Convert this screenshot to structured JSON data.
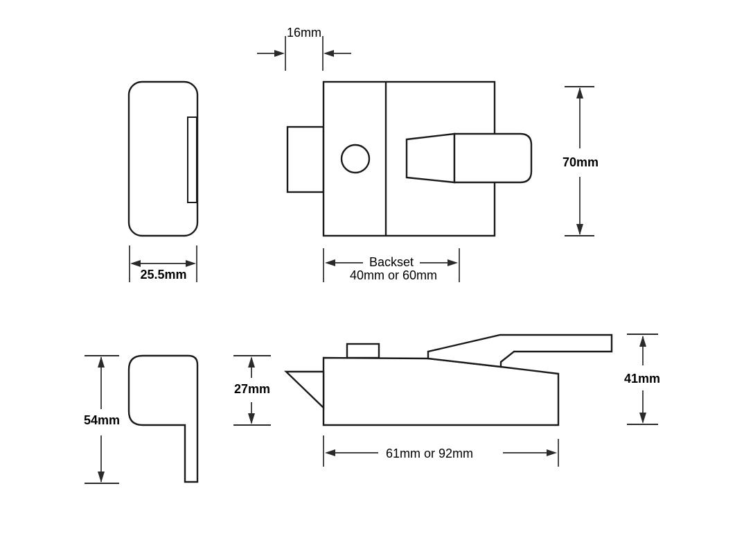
{
  "diagram": {
    "kind": "technical dimension drawing",
    "subject": "rim nightlatch lock case and keep",
    "colors": {
      "background": "#ffffff",
      "outline": "#1a1a1a",
      "dimension": "#2a2a2a"
    },
    "labels": {
      "latch_width": "16mm",
      "case_height": "70mm",
      "backset_title": "Backset",
      "backset_values": "40mm or 60mm",
      "case_depth": "25.5mm",
      "keep_height": "54mm",
      "case_side_height": "27mm",
      "handle_height": "41mm",
      "case_length": "61mm or 92mm"
    }
  }
}
